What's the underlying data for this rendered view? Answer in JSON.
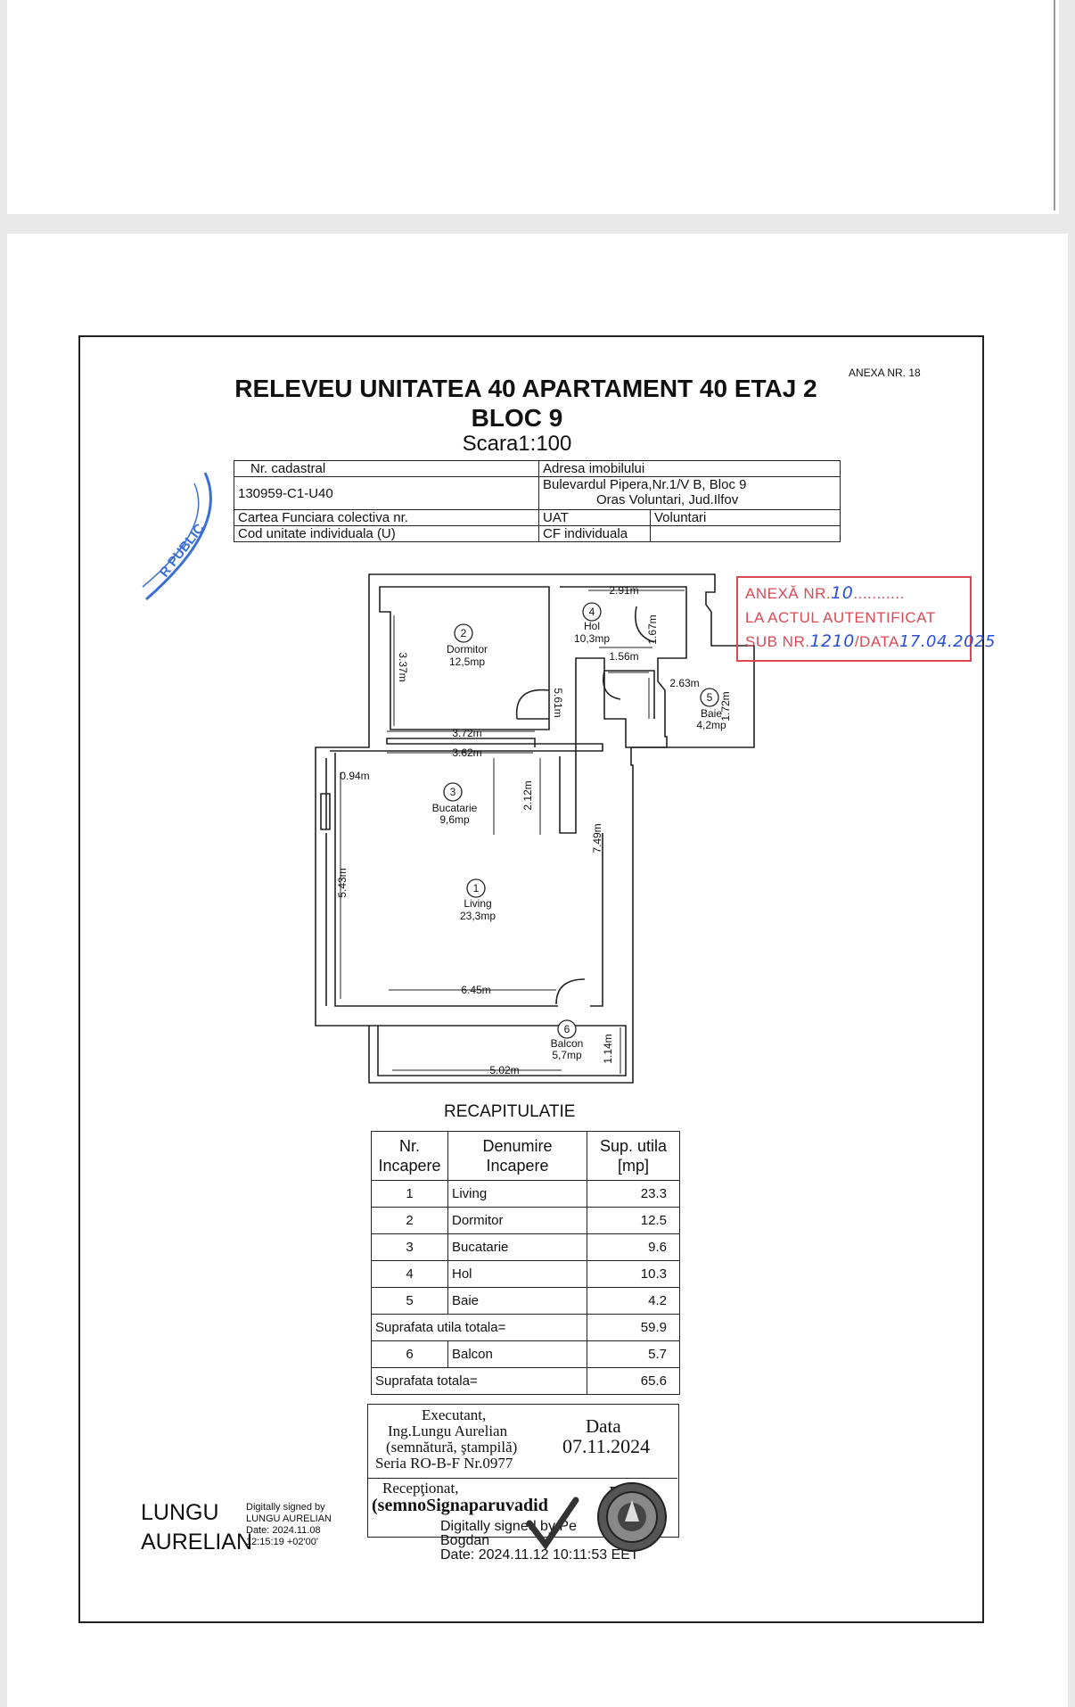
{
  "header": {
    "anexa": "ANEXA NR. 18",
    "title_line1": "RELEVEU UNITATEA 40 APARTAMENT 40 ETAJ 2",
    "title_line2": "BLOC 9",
    "scale": "Scara1:100"
  },
  "info": {
    "nr_cadastral_label": "Nr. cadastral",
    "nr_cadastral_value": "130959-C1-U40",
    "adresa_label": "Adresa imobilului",
    "adresa_line1": "Bulevardul Pipera,Nr.1/V B, Bloc 9",
    "adresa_line2": "Oras Voluntari, Jud.Ilfov",
    "carte_funciara_label": "Cartea Funciara colectiva nr.",
    "uat_label": "UAT",
    "uat_value": "Voluntari",
    "cod_unitate_label": "Cod unitate individuala (U)",
    "cf_individuala_label": "CF individuala"
  },
  "rooms": [
    {
      "nr": "1",
      "name": "Living",
      "area": "23,3mp"
    },
    {
      "nr": "2",
      "name": "Dormitor",
      "area": "12,5mp"
    },
    {
      "nr": "3",
      "name": "Bucatarie",
      "area": "9,6mp"
    },
    {
      "nr": "4",
      "name": "Hol",
      "area": "10,3mp"
    },
    {
      "nr": "5",
      "name": "Baie",
      "area": "4,2mp"
    },
    {
      "nr": "6",
      "name": "Balcon",
      "area": "5,7mp"
    }
  ],
  "dimensions": {
    "d291": "2.91m",
    "d167": "1.67m",
    "d156": "1.56m",
    "d263": "2.63m",
    "d172": "1.72m",
    "d337": "3.37m",
    "d372": "3.72m",
    "d561": "5.61m",
    "d362": "3.62m",
    "d094": "0.94m",
    "d212": "2.12m",
    "d749": "7.49m",
    "d543": "5.43m",
    "d645": "6.45m",
    "d502": "5.02m",
    "d114": "1.14m"
  },
  "recap": {
    "title": "RECAPITULATIE",
    "col1": [
      "Nr.",
      "Incapere"
    ],
    "col2": [
      "Denumire",
      "Incapere"
    ],
    "col3": [
      "Sup. utila",
      "[mp]"
    ],
    "rows": [
      {
        "nr": "1",
        "name": "Living",
        "area": "23.3"
      },
      {
        "nr": "2",
        "name": "Dormitor",
        "area": "12.5"
      },
      {
        "nr": "3",
        "name": "Bucatarie",
        "area": "9.6"
      },
      {
        "nr": "4",
        "name": "Hol",
        "area": "10.3"
      },
      {
        "nr": "5",
        "name": "Baie",
        "area": "4.2"
      }
    ],
    "total_util_label": "Suprafata utila totala=",
    "total_util_value": "59.9",
    "balcon_row": {
      "nr": "6",
      "name": "Balcon",
      "area": "5.7"
    },
    "total_label": "Suprafata totala=",
    "total_value": "65.6"
  },
  "executant": {
    "line1": "Executant,",
    "line2": "Ing.Lungu Aurelian",
    "line3": "(semnătură, ştampilă)",
    "line4": "Seria RO-B-F Nr.0977",
    "data_label": "Data",
    "data_value": "07.11.2024"
  },
  "receptionat": {
    "line1": "Recepţionat,",
    "line2": "(semnoSignaparuvadid",
    "data_label": "Data",
    "dig_line1": "Digitally signed by Pe",
    "dig_line2": "Bogdan",
    "dig_line3": "Date: 2024.11.12 10:11:53 EET"
  },
  "signature_left": {
    "name1": "LUNGU",
    "name2": "AURELIAN",
    "line1": "Digitally signed by",
    "line2": "LUNGU AURELIAN",
    "line3": "Date: 2024.11.08",
    "line4": "12:15:19 +02'00'"
  },
  "red_stamp": {
    "line1": "ANEXĂ NR.",
    "line1_hand": "10",
    "line2": "LA ACTUL AUTENTIFICAT",
    "line3a": "SUB NR.",
    "line3_hand": "1210",
    "line3b": "/DATA",
    "date_hand": "17.04.2025"
  },
  "blue_stamp_text": "R PUBLIC",
  "colors": {
    "stamp_red": "#d94a55",
    "stamp_blue": "#3b6fd6",
    "ink": "#111111"
  }
}
